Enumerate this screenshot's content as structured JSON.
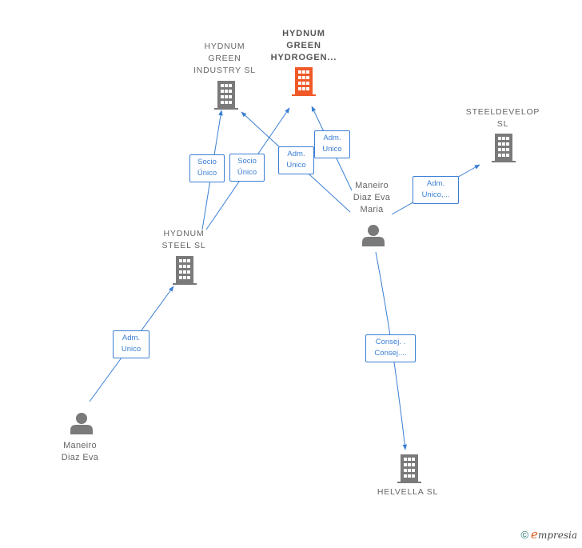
{
  "colors": {
    "edge": "#3b7fd4",
    "company_icon": "#7a7a7a",
    "focus_company_icon": "#f05a28",
    "person_icon": "#7a7a7a",
    "label": "#666666"
  },
  "nodes": {
    "hydnum_green_industry": {
      "label": "HYDNUM\nGREEN\nINDUSTRY  SL",
      "icon": "building-icon"
    },
    "hydnum_green_hydrogen": {
      "label": "HYDNUM\nGREEN\nHYDROGEN...",
      "icon": "building-icon"
    },
    "steeldevelop": {
      "label": "STEELDEVELOP\nSL",
      "icon": "building-icon"
    },
    "hydnum_steel": {
      "label": "HYDNUM\nSTEEL  SL",
      "icon": "building-icon"
    },
    "maneiro_diaz_eva_maria": {
      "label": "Maneiro\nDiaz Eva\nMaria",
      "icon": "person-icon"
    },
    "maneiro_diaz_eva": {
      "label": "Maneiro\nDiaz Eva",
      "icon": "person-icon"
    },
    "helvella": {
      "label": "HELVELLA SL",
      "icon": "building-icon"
    }
  },
  "edges": {
    "socio_unico_1": "Socio\nÚnico",
    "socio_unico_2": "Socio\nÚnico",
    "adm_unico_1": "Adm.\nUnico",
    "adm_unico_2": "Adm.\nUnico",
    "adm_unico_3": "Adm.\nUnico,...",
    "adm_unico_4": "Adm.\nUnico",
    "consej": "Consej. .\nConsej...."
  },
  "footer": {
    "copyright": "©",
    "brand_initial": "e",
    "brand_rest": "mpresia"
  }
}
